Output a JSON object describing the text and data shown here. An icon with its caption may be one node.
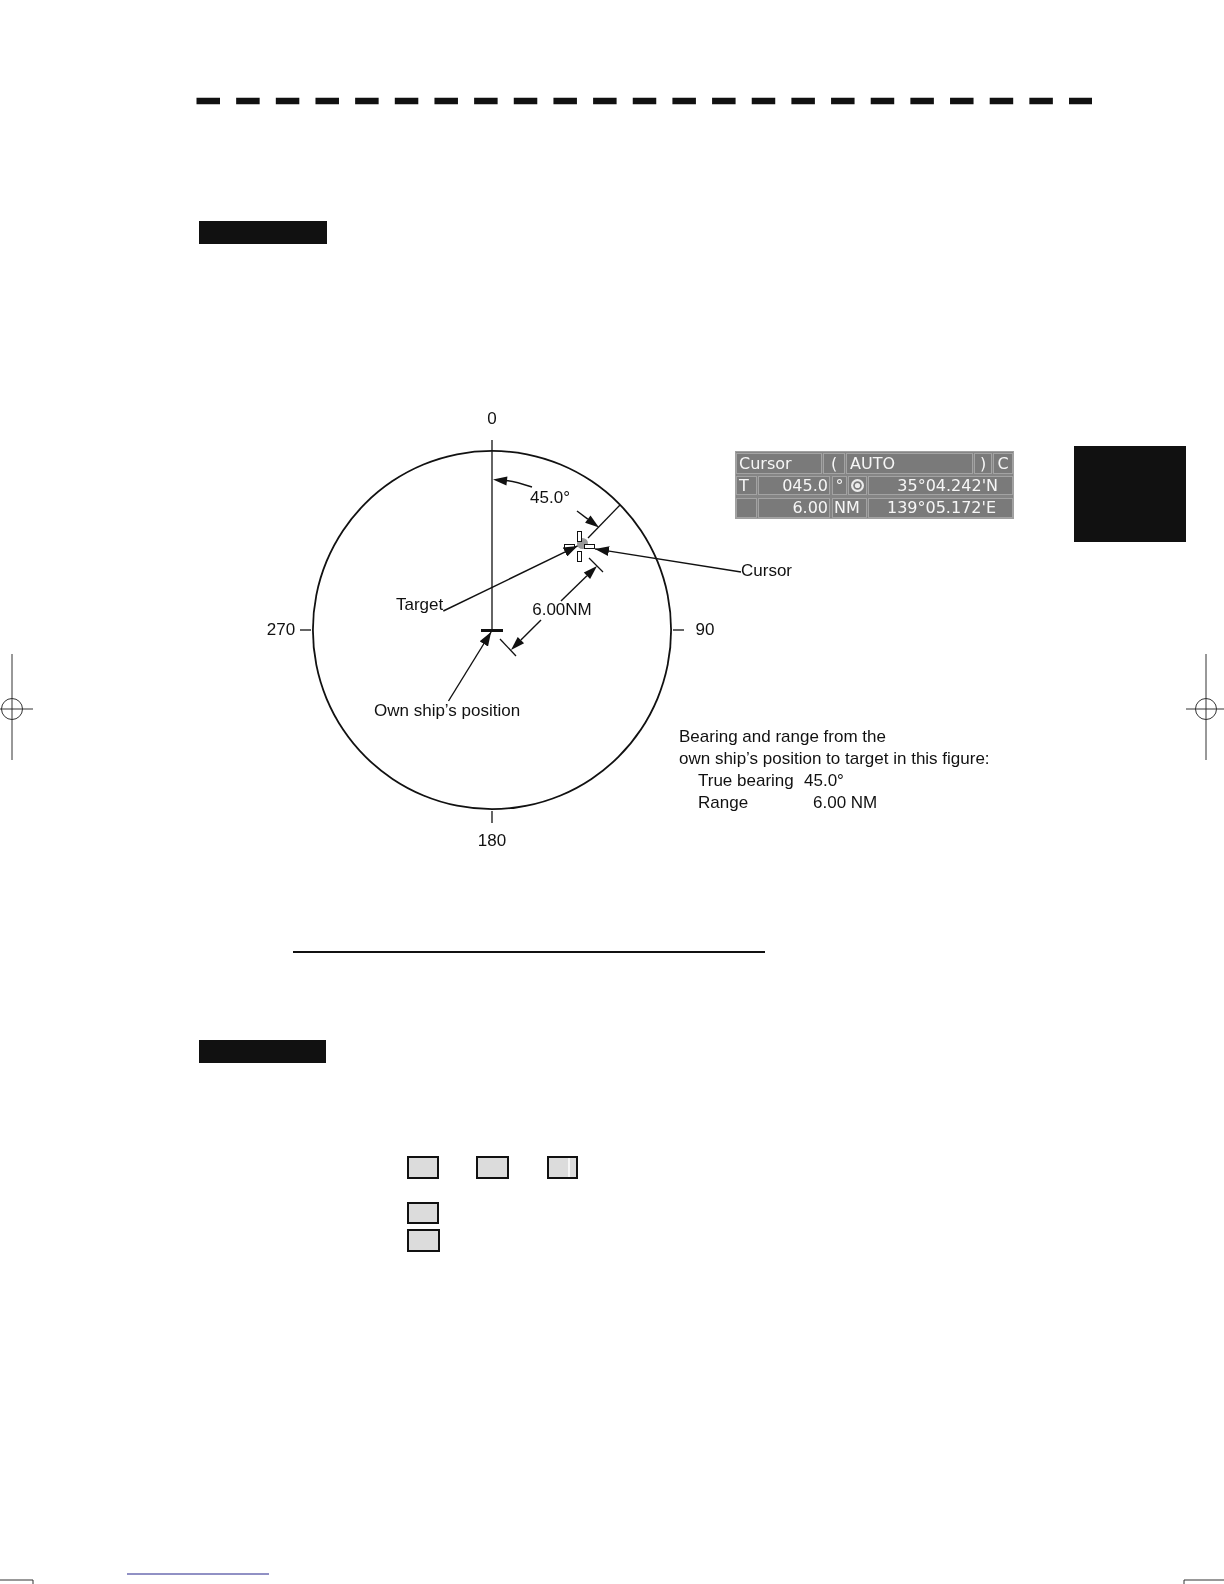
{
  "diagram": {
    "nodes": [
      {
        "text": [],
        "shape": "box"
      },
      {
        "text": [],
        "shape": "circle",
        "beside": [
          "0",
          "270",
          "90",
          "180"
        ]
      },
      {
        "text": [],
        "shape": "cross",
        "in": 1
      },
      {
        "text": [],
        "shape": "circle",
        "in": 2
      },
      {
        "text": [
          "Target"
        ],
        "in": 1
      },
      {
        "text": [],
        "shape": "bar",
        "in": 1
      },
      {
        "text": [
          "Own ship’s position"
        ],
        "in": 1
      },
      {
        "text": [
          "Cursor",
          "(",
          "AUTO",
          ")",
          "C",
          "T",
          "045.0",
          "°",
          "35°04.242'N",
          "6.00",
          "NM",
          "139°05.172'E"
        ]
      },
      {
        "text": [
          "Cursor"
        ]
      },
      {
        "text": [],
        "shape": "box"
      },
      {
        "text": [],
        "shape": "box"
      }
    ],
    "edges": [
      {
        "from": 4,
        "to": 3,
        "arrow": "to"
      },
      {
        "from": 8,
        "to": 2,
        "arrow": "to"
      },
      {
        "from": 6,
        "to": 5,
        "arrow": "to"
      }
    ],
    "labels": [
      "45.0°",
      "6.00NM",
      "Bearing and range from the own ship’s position to target in this figure:",
      "True bearing",
      "45.0°",
      "Range",
      "6.00 NM"
    ]
  }
}
